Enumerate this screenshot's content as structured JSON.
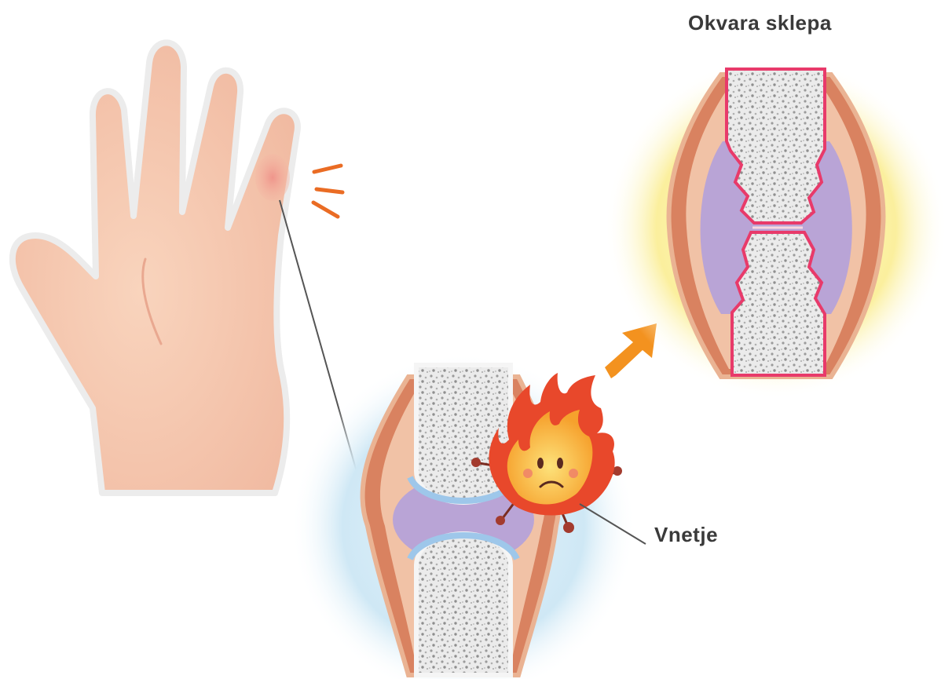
{
  "labels": {
    "joint_damage": "Okvara sklepa",
    "inflammation": "Vnetje"
  },
  "colors": {
    "skin": "#f3c3ab",
    "skin_outline": "#e8e8e8",
    "swelling": "#ec9a92",
    "pain_marks": "#ea6c24",
    "arrow": "#f3921f",
    "inflamed_glow": "#cfe8f5",
    "damaged_glow": "#fbef9d",
    "bone": "#e3e3e3",
    "muscle": "#d98260",
    "synovium": "#b9a4d6",
    "cartilage": "#b3d3ee",
    "erosion": "#e83a6a",
    "flame_outer": "#e8482b",
    "flame_inner": "#fcd34a",
    "leader_line": "#555555"
  },
  "icons": {
    "hand": "hand-illustration",
    "pain": "pain-marks-icon",
    "arrow": "progression-arrow-icon",
    "flame": "flame-mascot-icon"
  }
}
